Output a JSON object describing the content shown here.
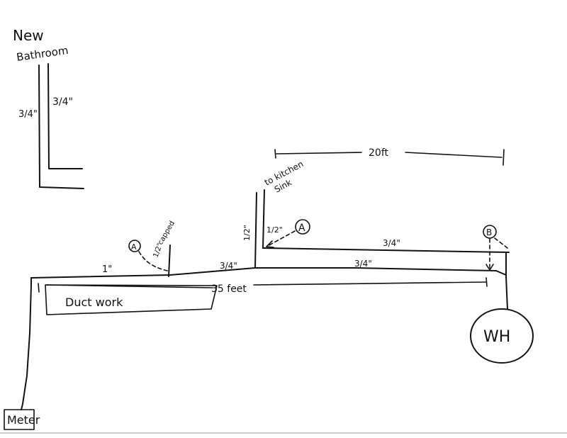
{
  "labels": {
    "new_bathroom_line1": "New",
    "new_bathroom_line2": "Bathroom",
    "bath_pipe_left": "3/4\"",
    "bath_pipe_right": "3/4\"",
    "dimension_20ft": "20ft",
    "to_kitchen_line1": "to kitchen",
    "to_kitchen_line2": "Sink",
    "riser_half_left": "1/2\"",
    "riser_half_right": "1/2\"",
    "marker_a": "A",
    "marker_b": "B",
    "upper_run_size": "3/4\"",
    "capped": "capped",
    "capped_size": "1/2\"",
    "main_one_inch": "1\"",
    "main_three_quarter_1": "3/4\"",
    "main_three_quarter_2": "3/4\"",
    "dimension_35ft": "35 feet",
    "ductwork": "Duct work",
    "water_heater": "WH",
    "meter": "Meter"
  }
}
